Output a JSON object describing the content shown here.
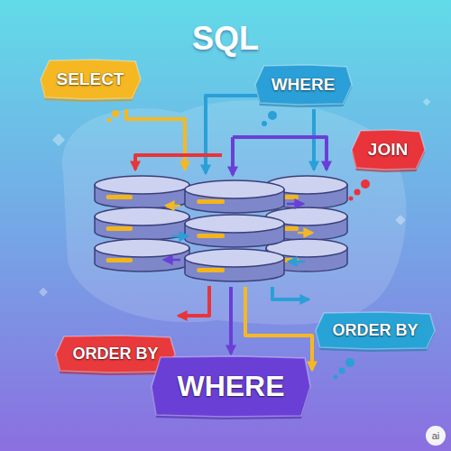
{
  "diagram": {
    "title": "SQL",
    "nodes": [
      {
        "text": [
          "SELECT"
        ]
      },
      {
        "text": [
          "WHERE"
        ]
      },
      {
        "text": [
          "JOIN"
        ]
      },
      {
        "text": [
          "ORDER BY"
        ]
      },
      {
        "text": [
          "ORDER BY"
        ]
      },
      {
        "text": [
          "WHERE"
        ]
      }
    ],
    "labels": [
      "ai"
    ]
  }
}
